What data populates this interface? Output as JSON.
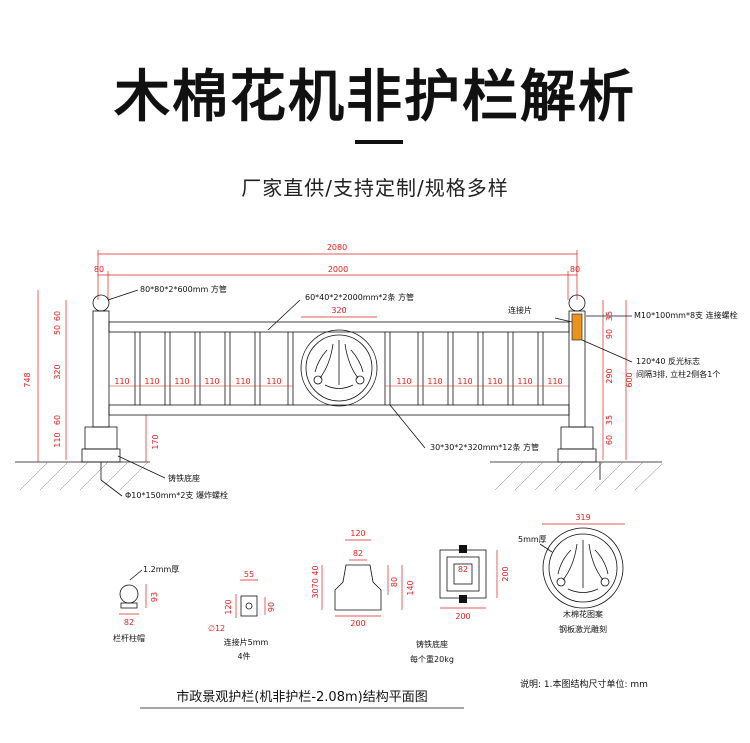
{
  "header": {
    "title": "木棉花机非护栏解析",
    "subtitle": "厂家直供/支持定制/规格多样"
  },
  "dims": {
    "total_width": "2080",
    "inner_width": "2000",
    "post_left": "80",
    "post_right": "80",
    "medallion_width": "320",
    "gap": "110",
    "height_total": "748",
    "left_top_a": "60",
    "left_top_b": "50",
    "left_mid": "320",
    "left_low_a": "110",
    "left_low_b": "60",
    "base_height": "170",
    "right_a": "90",
    "right_b": "35",
    "right_mid": "290",
    "right_total": "600",
    "right_low_a": "60",
    "right_low_b": "35"
  },
  "labels": {
    "post_tube": "80*80*2*600mm 方管",
    "rail_tube": "60*40*2*2000mm*2条 方管",
    "connector": "连接片",
    "bolt": "M10*100mm*8支 连接螺栓",
    "reflector_a": "120*40 反光标志",
    "reflector_b": "间隔3排, 立柱2侧各1个",
    "bar_tube": "30*30*2*320mm*12条 方管",
    "iron_base": "铸铁底座",
    "anchor_bolt": "Φ10*150mm*2支 爆炸螺栓"
  },
  "details": {
    "cap": {
      "thickness": "1.2mm厚",
      "width": "82",
      "height": "93",
      "label": "栏杆柱帽"
    },
    "plate": {
      "w": "55",
      "h1": "120",
      "h2": "90",
      "hole": "12",
      "label": "连接片5mm",
      "count": "4件"
    },
    "base": {
      "w_top": "120",
      "w_mid": "82",
      "h_a": "30",
      "h_b": "70",
      "h_c": "40",
      "h_d": "80",
      "h_e": "140",
      "w_bot": "200",
      "label": "铸铁底座",
      "weight": "每个重20kg"
    },
    "base_top": {
      "inner": "82",
      "w": "200",
      "h": "200"
    },
    "flower": {
      "dia": "319",
      "thickness": "5mm厚",
      "label": "木棉花图案",
      "sub": "钢板激光雕刻"
    }
  },
  "footer": {
    "note": "说明: 1.本图结构尺寸单位: mm",
    "caption": "市政景观护栏(机非护栏-2.08m)结构平面图"
  }
}
